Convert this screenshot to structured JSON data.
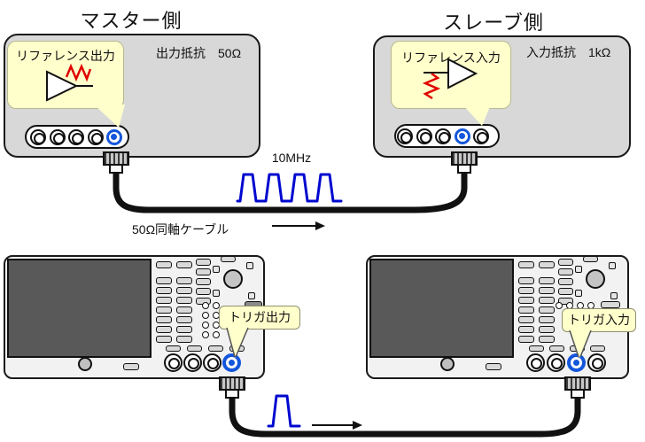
{
  "master": {
    "title": "マスター側",
    "impedance": "出力抵抗　50Ω",
    "bubble_label": "リファレンス出力"
  },
  "slave": {
    "title": "スレーブ側",
    "impedance": "入力抵抗　1kΩ",
    "bubble_label": "リファレンス入力"
  },
  "reference_link": {
    "frequency_label": "10MHz",
    "cable_label": "50Ω同軸ケーブル"
  },
  "trigger_link": {
    "output_bubble_label": "トリガ出力",
    "input_bubble_label": "トリガ入力"
  },
  "colors": {
    "accent_blue": "#1456db",
    "waveform_blue": "#0008d0",
    "signal_red": "#e00000",
    "bubble_yellow": "#ffffcc",
    "device_gray": "#d8d8d8",
    "panel_gray": "#f2f2f2",
    "screen_gray": "#595959"
  }
}
